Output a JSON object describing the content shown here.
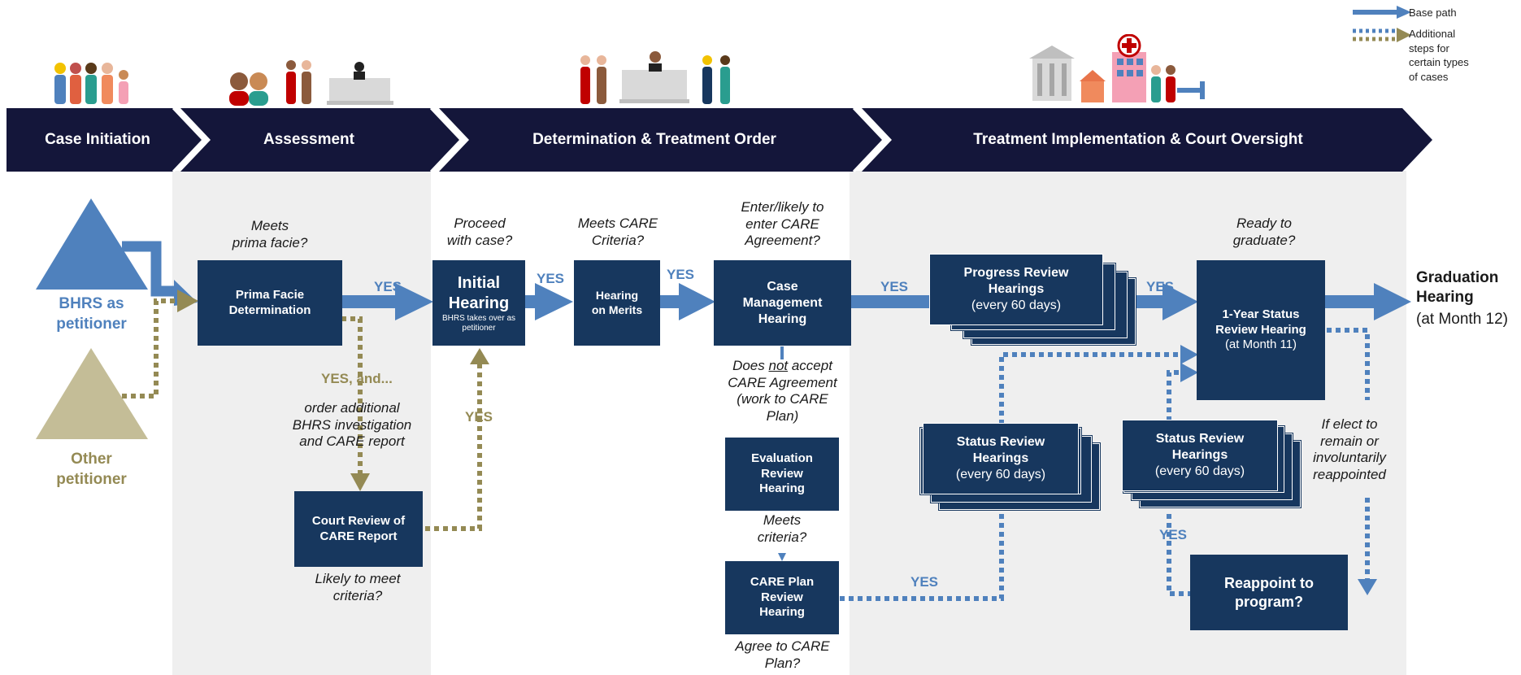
{
  "legend": {
    "base_path": "Base path",
    "additional": "Additional\nsteps for\ncertain types\nof cases"
  },
  "stages": [
    "Case Initiation",
    "Assessment",
    "Determination & Treatment Order",
    "Treatment Implementation & Court Oversight"
  ],
  "petitioners": {
    "bhrs": "BHRS as\npetitioner",
    "other": "Other\npetitioner"
  },
  "questions": {
    "prima_facie": "Meets\nprima facie?",
    "proceed": "Proceed\nwith case?",
    "care_criteria": "Meets CARE\nCriteria?",
    "agreement": "Enter/likely to\nenter CARE\nAgreement?",
    "ready": "Ready to\ngraduate?",
    "not_accept_pre": "Does ",
    "not_accept_em": "not",
    "not_accept_post": " accept\nCARE Agreement\n(work to CARE\nPlan)",
    "meets_criteria": "Meets\ncriteria?",
    "agree_plan": "Agree to CARE\nPlan?",
    "likely_meet": "Likely to meet\ncriteria?",
    "order_additional": "order additional\nBHRS investigation\nand CARE report",
    "if_elect": "If elect to\nremain or\ninvoluntarily\nreappointed"
  },
  "yes_labels": {
    "yes": "YES",
    "yes_and": "YES, and..."
  },
  "boxes": {
    "prima_facie": "Prima Facie\nDetermination",
    "initial_title": "Initial\nHearing",
    "initial_sub": "BHRS takes over as\npetitioner",
    "merits": "Hearing\non Merits",
    "case_mgmt": "Case\nManagement\nHearing",
    "progress_title": "Progress Review\nHearings",
    "progress_sub": "(every 60 days)",
    "status_review_title": "1-Year Status\nReview Hearing",
    "status_review_sub": "(at Month 11)",
    "status1_title": "Status Review\nHearings",
    "status1_sub": "(every 60 days)",
    "status2_title": "Status Review\nHearings",
    "status2_sub": "(every 60 days)",
    "evaluation": "Evaluation\nReview\nHearing",
    "care_plan": "CARE Plan\nReview\nHearing",
    "court_review": "Court Review of\nCARE Report",
    "reappoint": "Reappoint to\nprogram?"
  },
  "graduation": {
    "title": "Graduation\nHearing",
    "sub": "(at Month 12)"
  },
  "colors": {
    "navy": "#17375e",
    "dark_band": "#14163a",
    "blue": "#4f81bd",
    "gold": "#948a54",
    "tan": "#c4bd97"
  }
}
